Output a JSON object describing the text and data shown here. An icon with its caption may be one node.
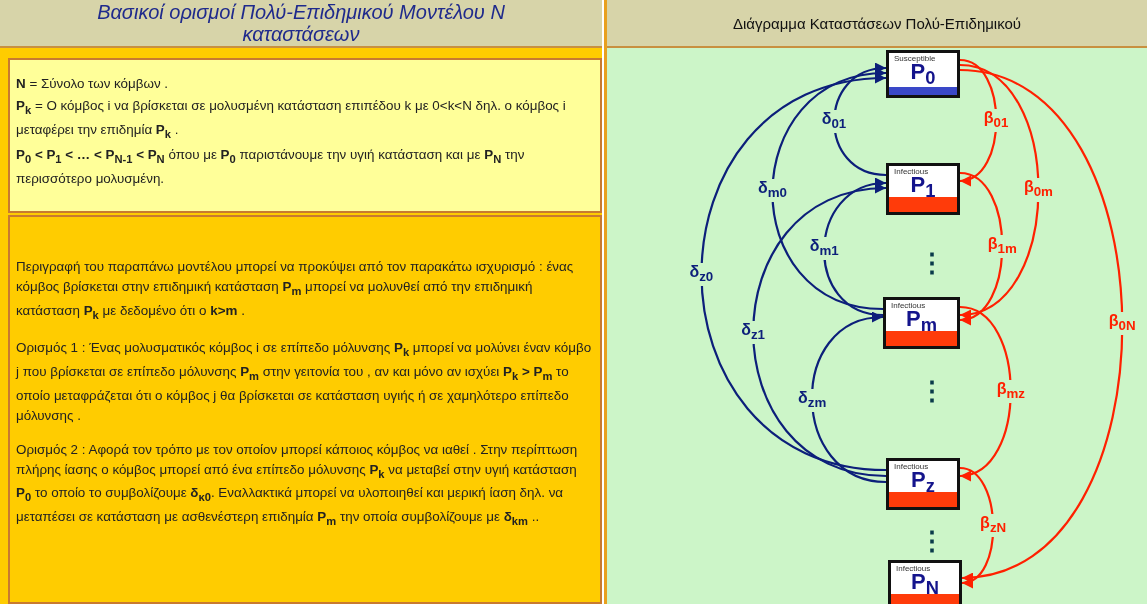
{
  "diagram": {
    "nodes": [
      {
        "text": [
          "Βασικοί ορισμοί Πολύ-Επιδημικού Μοντέλου N καταστάσεων"
        ]
      },
      {
        "text": [
          "**N** = Σύνολο των κόμβων .",
          "**P$_{k}$** = Ο κόμβος i να βρίσκεται σε μολυσμένη κατάσταση επιπέδου k με 0<k<N δηλ. ο κόμβος i μεταφέρει την επιδημία **P$_{k}$** .",
          "**P$_{0}$ < P$_{1}$ < … < P$_{N-1}$ < P$_{N}$** όπου με **P$_{0}$** παριστάνουμε την υγιή κατάσταση και με **P$_{N}$** την περισσότερο μολυσμένη."
        ],
        "in": 0
      },
      {
        "text": [
          "Περιγραφή του παραπάνω μοντέλου μπορεί να προκύψει από τον παρακάτω ισχυρισμό : ένας κόμβος βρίσκεται στην επιδημική κατάσταση **P$_{m}$** μπορεί να μολυνθεί από την επιδημική κατάσταση **P$_{k}$** με δεδομένο ότι ο **k>m** .",
          "Ορισμός 1 : Ένας μολυσματικός κόμβος i σε επίπεδο μόλυνσης **P$_{k}$** μπορεί να μολύνει έναν κόμβο j που βρίσκεται σε επίπεδο μόλυνσης **P$_{m}$** στην γειτονία του , αν και μόνο αν ισχύει **P$_{k}$ > P$_{m}$** το οποίο μεταφράζεται ότι ο κόμβος j θα βρίσκεται σε κατάσταση υγιής ή σε χαμηλότερο επίπεδο μόλυνσης .",
          "Ορισμός 2 : Αφορά τον τρόπο με τον οποίον μπορεί κάποιος κόμβος να ιαθεί . Στην περίπτωση πλήρης ίασης ο κόμβος μπορεί από ένα επίπεδο μόλυνσης **P$_{k}$** να μεταβεί στην υγιή κατάσταση **P$_{0}$** το οποίο το συμβολίζουμε **δ$_{κ0}$**. Εναλλακτικά μπορεί να υλοποιηθεί και μερική ίαση δηλ. να μεταπέσει σε κατάσταση με ασθενέστερη επιδημία **P$_{m}$** την οποία συμβολίζουμε με **δ$_{km}$** .."
        ],
        "in": 0
      },
      {
        "text": [
          "Διάγραμμα Καταστάσεων Πολύ-Επιδημικού"
        ]
      },
      {
        "text": [
          "Susceptible",
          "P$_{0}$"
        ],
        "in": 3
      },
      {
        "text": [
          "Infectious",
          "P$_{1}$"
        ],
        "in": 3
      },
      {
        "text": [
          "Infectious",
          "P$_{m}$"
        ],
        "in": 3
      },
      {
        "text": [
          "Infectious",
          "P$_{z}$"
        ],
        "in": 3
      },
      {
        "text": [
          "Infectious",
          "P$_{N}$"
        ],
        "in": 3
      }
    ],
    "edges": [
      {
        "from": 5,
        "to": 4,
        "arrow": "to",
        "label": "δ$_{01}$"
      },
      {
        "from": 6,
        "to": 4,
        "arrow": "to",
        "label": "δ$_{m0}$"
      },
      {
        "from": 7,
        "to": 4,
        "arrow": "to",
        "label": "δ$_{z0}$"
      },
      {
        "from": 6,
        "to": 5,
        "arrow": "to",
        "label": "δ$_{m1}$"
      },
      {
        "from": 7,
        "to": 5,
        "arrow": "to",
        "label": "δ$_{z1}$"
      },
      {
        "from": 7,
        "to": 6,
        "arrow": "to",
        "label": "δ$_{zm}$"
      },
      {
        "from": 4,
        "to": 5,
        "arrow": "to",
        "label": "β$_{01}$",
        "color": "#ff2000"
      },
      {
        "from": 4,
        "to": 6,
        "arrow": "to",
        "label": "β$_{0m}$",
        "color": "#ff2000"
      },
      {
        "from": 4,
        "to": 8,
        "arrow": "to",
        "label": "β$_{0N}$",
        "color": "#ff2000"
      },
      {
        "from": 5,
        "to": 6,
        "arrow": "to",
        "label": "β$_{1m}$",
        "color": "#ff2000"
      },
      {
        "from": 6,
        "to": 7,
        "arrow": "to",
        "label": "β$_{mz}$",
        "color": "#ff2000"
      },
      {
        "from": 7,
        "to": 8,
        "arrow": "to",
        "label": "β$_{zN}$",
        "color": "#ff2000"
      }
    ],
    "labels": [
      "⋮",
      "⋮",
      "⋮"
    ]
  }
}
